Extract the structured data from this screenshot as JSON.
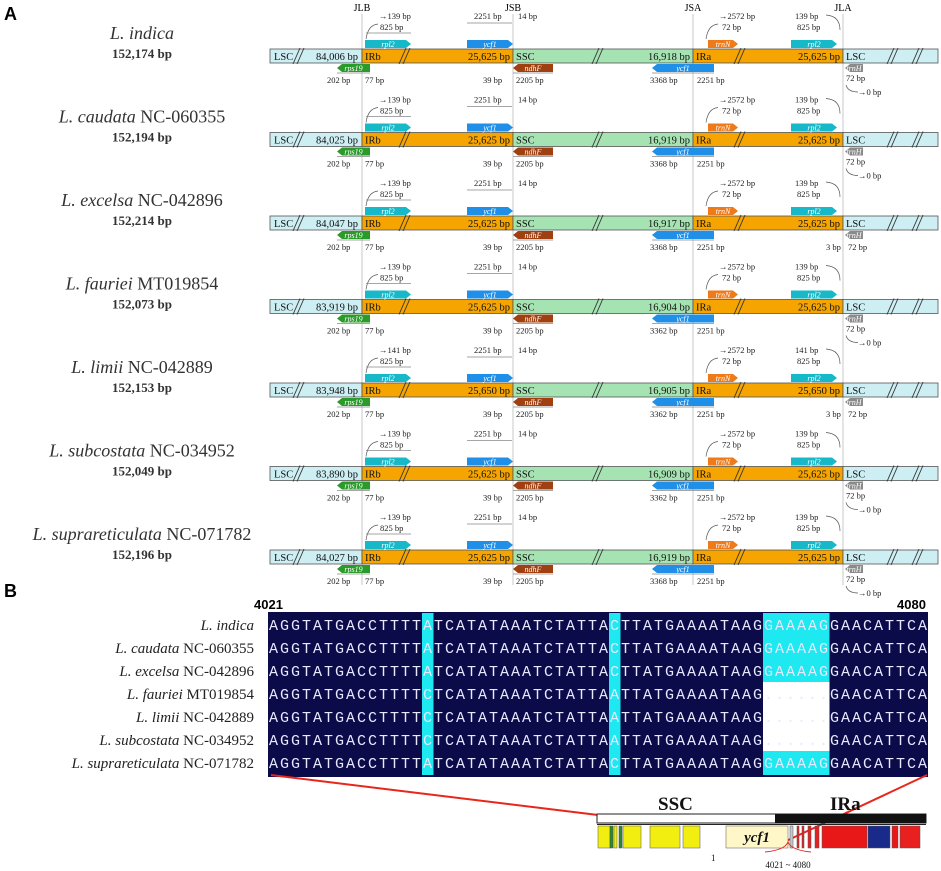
{
  "panel_a": {
    "label": "A",
    "junctions": [
      "JLB",
      "JSB",
      "JSA",
      "JLA"
    ],
    "species": [
      {
        "name": "L. indica",
        "accession": "",
        "size": "152,174 bp",
        "lsc": "84,006 bp",
        "irb": "25,625 bp",
        "ssc": "16,918 bp",
        "ira": "25,625 bp",
        "rpl2_up": "139 bp",
        "rpl2_len": "825 bp",
        "ycf1_len": "2251 bp",
        "ycf1_gap": "14 bp",
        "trnN_up": "2572 bp",
        "trnN_len": "72 bp",
        "rpl2b_up": "139 bp",
        "rpl2b_len": "825 bp",
        "rps19_a": "202 bp",
        "rps19_b": "77 bp",
        "ndhF_a": "39 bp",
        "ndhF_b": "2205 bp",
        "ycf1b_a": "3368 bp",
        "ycf1b_b": "2251 bp",
        "trnH_a": "72 bp",
        "trnH_b": "0 bp",
        "trnH_mode": "above"
      },
      {
        "name": "L. caudata",
        "accession": "NC-060355",
        "size": "152,194 bp",
        "lsc": "84,025 bp",
        "irb": "25,625 bp",
        "ssc": "16,919 bp",
        "ira": "25,625 bp",
        "rpl2_up": "139 bp",
        "rpl2_len": "825 bp",
        "ycf1_len": "2251 bp",
        "ycf1_gap": "14 bp",
        "trnN_up": "2572 bp",
        "trnN_len": "72 bp",
        "rpl2b_up": "139 bp",
        "rpl2b_len": "825 bp",
        "rps19_a": "202 bp",
        "rps19_b": "77 bp",
        "ndhF_a": "39 bp",
        "ndhF_b": "2205 bp",
        "ycf1b_a": "3368 bp",
        "ycf1b_b": "2251 bp",
        "trnH_a": "72 bp",
        "trnH_b": "0 bp",
        "trnH_mode": "above"
      },
      {
        "name": "L. excelsa",
        "accession": "NC-042896",
        "size": "152,214 bp",
        "lsc": "84,047 bp",
        "irb": "25,625 bp",
        "ssc": "16,917 bp",
        "ira": "25,625 bp",
        "rpl2_up": "139 bp",
        "rpl2_len": "825 bp",
        "ycf1_len": "2251 bp",
        "ycf1_gap": "14 bp",
        "trnN_up": "2572 bp",
        "trnN_len": "72 bp",
        "rpl2b_up": "139 bp",
        "rpl2b_len": "825 bp",
        "rps19_a": "202 bp",
        "rps19_b": "77 bp",
        "ndhF_a": "39 bp",
        "ndhF_b": "2205 bp",
        "ycf1b_a": "3368 bp",
        "ycf1b_b": "2251 bp",
        "trnH_a": "3 bp",
        "trnH_b": "72 bp",
        "trnH_mode": "right"
      },
      {
        "name": "L. fauriei",
        "accession": "MT019854",
        "size": "152,073 bp",
        "lsc": "83,919 bp",
        "irb": "25,625 bp",
        "ssc": "16,904 bp",
        "ira": "25,625 bp",
        "rpl2_up": "139 bp",
        "rpl2_len": "825 bp",
        "ycf1_len": "2251 bp",
        "ycf1_gap": "14 bp",
        "trnN_up": "2572 bp",
        "trnN_len": "72 bp",
        "rpl2b_up": "139 bp",
        "rpl2b_len": "825 bp",
        "rps19_a": "202 bp",
        "rps19_b": "77 bp",
        "ndhF_a": "39 bp",
        "ndhF_b": "2205 bp",
        "ycf1b_a": "3362 bp",
        "ycf1b_b": "2251 bp",
        "trnH_a": "72 bp",
        "trnH_b": "0 bp",
        "trnH_mode": "above"
      },
      {
        "name": "L. limii",
        "accession": "NC-042889",
        "size": "152,153 bp",
        "lsc": "83,948 bp",
        "irb": "25,650 bp",
        "ssc": "16,905 bp",
        "ira": "25,650 bp",
        "rpl2_up": "141 bp",
        "rpl2_len": "825 bp",
        "ycf1_len": "2251 bp",
        "ycf1_gap": "14 bp",
        "trnN_up": "2572 bp",
        "trnN_len": "72 bp",
        "rpl2b_up": "141 bp",
        "rpl2b_len": "825 bp",
        "rps19_a": "202 bp",
        "rps19_b": "77 bp",
        "ndhF_a": "39 bp",
        "ndhF_b": "2205 bp",
        "ycf1b_a": "3362 bp",
        "ycf1b_b": "2251 bp",
        "trnH_a": "3 bp",
        "trnH_b": "72 bp",
        "trnH_mode": "right"
      },
      {
        "name": "L. subcostata",
        "accession": "NC-034952",
        "size": "152,049 bp",
        "lsc": "83,890 bp",
        "irb": "25,625 bp",
        "ssc": "16,909 bp",
        "ira": "25,625 bp",
        "rpl2_up": "139 bp",
        "rpl2_len": "825 bp",
        "ycf1_len": "2251 bp",
        "ycf1_gap": "14 bp",
        "trnN_up": "2572 bp",
        "trnN_len": "72 bp",
        "rpl2b_up": "139 bp",
        "rpl2b_len": "825 bp",
        "rps19_a": "202 bp",
        "rps19_b": "77 bp",
        "ndhF_a": "39 bp",
        "ndhF_b": "2205 bp",
        "ycf1b_a": "3362 bp",
        "ycf1b_b": "2251 bp",
        "trnH_a": "72 bp",
        "trnH_b": "0 bp",
        "trnH_mode": "above"
      },
      {
        "name": "L. suprareticulata",
        "accession": "NC-071782",
        "size": "152,196 bp",
        "lsc": "84,027 bp",
        "irb": "25,625 bp",
        "ssc": "16,919 bp",
        "ira": "25,625 bp",
        "rpl2_up": "139 bp",
        "rpl2_len": "825 bp",
        "ycf1_len": "2251 bp",
        "ycf1_gap": "14 bp",
        "trnN_up": "2572 bp",
        "trnN_len": "72 bp",
        "rpl2b_up": "139 bp",
        "rpl2b_len": "825 bp",
        "rps19_a": "202 bp",
        "rps19_b": "77 bp",
        "ndhF_a": "39 bp",
        "ndhF_b": "2205 bp",
        "ycf1b_a": "3368 bp",
        "ycf1b_b": "2251 bp",
        "trnH_a": "72 bp",
        "trnH_b": "0 bp",
        "trnH_mode": "above"
      }
    ],
    "region_labels": {
      "lsc": "LSC",
      "irb": "IRb",
      "ssc": "SSC",
      "ira": "IRa"
    },
    "gene_labels": {
      "rpl2": "rpl2",
      "ycf1": "ycf1",
      "trnN": "trnN",
      "rps19": "rps19",
      "ndhF": "ndhF",
      "trnH": "trnH"
    },
    "colors": {
      "lsc": "#cdeef2",
      "ir": "#f5a400",
      "ssc": "#a6e3b2",
      "rpl2": "#17b8c8",
      "ycf1": "#1f8fe8",
      "trnN": "#ee7a1a",
      "rps19": "#2a9a2a",
      "ndhF": "#a04010",
      "trnH": "#8a8a8a"
    }
  },
  "panel_b": {
    "label": "B",
    "pos_start": "4021",
    "pos_end": "4080",
    "sequences": [
      {
        "name": "L. indica",
        "accession": "",
        "seq": "AGGTATGACCTTTTATCATATAAATCTATTACTTATGAAAATAAGGAAAAGGAACATTCA"
      },
      {
        "name": "L. caudata",
        "accession": "NC-060355",
        "seq": "AGGTATGACCTTTTATCATATAAATCTATTACTTATGAAAATAAGGAAAAGGAACATTCA"
      },
      {
        "name": "L. excelsa",
        "accession": "NC-042896",
        "seq": "AGGTATGACCTTTTATCATATAAATCTATTACTTATGAAAATAAGGAAAAGGAACATTCA"
      },
      {
        "name": "L. fauriei",
        "accession": "MT019854",
        "seq": "AGGTATGACCTTTTCTCATATAAATCTATTAATTATGAAAATAAG......GAACATTCA"
      },
      {
        "name": "L. limii",
        "accession": "NC-042889",
        "seq": "AGGTATGACCTTTTCTCATATAAATCTATTAATTATGAAAATAAG......GAACATTCA"
      },
      {
        "name": "L. subcostata",
        "accession": "NC-034952",
        "seq": "AGGTATGACCTTTTCTCATATAAATCTATTAATTATGAAAATAAG......GAACATTCA"
      },
      {
        "name": "L. suprareticulata",
        "accession": "NC-071782",
        "seq": "AGGTATGACCTTTTATCATATAAATCTATTACTTATGAAAATAAGGAAAAGGAACATTCA"
      }
    ],
    "variable_columns": [
      14,
      31,
      45,
      46,
      47,
      48,
      49,
      50
    ],
    "map": {
      "ssc_label": "SSC",
      "ira_label": "IRa",
      "gene_label": "ycf1",
      "tick_start": "1",
      "tick_range": "4021 ~ 4080"
    },
    "colors": {
      "conserved_bg": "#0b0b4a",
      "variable_bg": "#1ee8f0",
      "gap_bg": "#ffffff",
      "link_line": "#e8261a"
    }
  }
}
